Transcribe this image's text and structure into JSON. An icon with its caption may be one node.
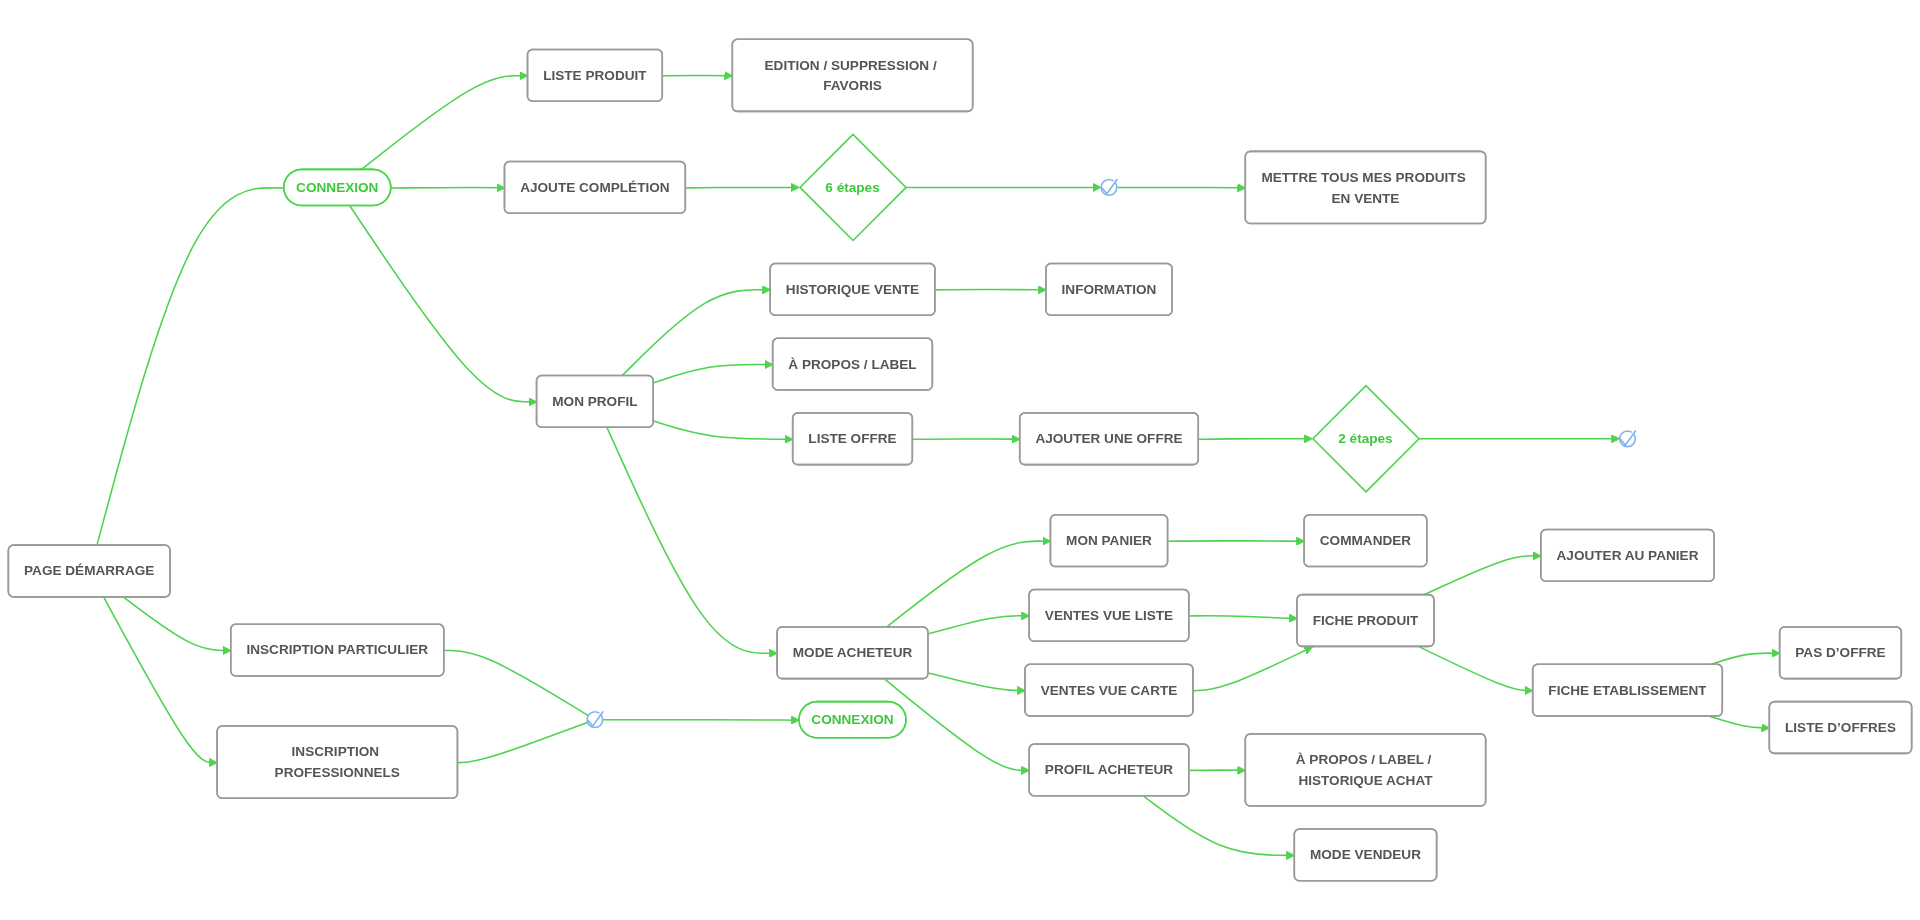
{
  "diagram": {
    "nodes": [
      {
        "text": [
          "PAGE DÉMARRAGE"
        ]
      },
      {
        "text": [
          "CONNEXION"
        ]
      },
      {
        "text": [
          "LISTE PRODUIT"
        ]
      },
      {
        "text": [
          "EDITION / SUPPRESSION / FAVORIS"
        ]
      },
      {
        "text": [
          "AJOUTE COMPLÉTION"
        ]
      },
      {
        "text": [
          "6 étapes"
        ]
      },
      {
        "text": [],
        "shape": "circle"
      },
      {
        "text": [
          "METTRE TOUS MES PRODUITS EN VENTE"
        ]
      },
      {
        "text": [
          "MON PROFIL"
        ]
      },
      {
        "text": [
          "HISTORIQUE VENTE"
        ]
      },
      {
        "text": [
          "INFORMATION"
        ]
      },
      {
        "text": [
          "À PROPOS / LABEL"
        ]
      },
      {
        "text": [
          "LISTE OFFRE"
        ]
      },
      {
        "text": [
          "AJOUTER UNE OFFRE"
        ]
      },
      {
        "text": [
          "2 étapes"
        ]
      },
      {
        "text": [],
        "shape": "circle"
      },
      {
        "text": [
          "MODE ACHETEUR"
        ]
      },
      {
        "text": [
          "MON PANIER"
        ]
      },
      {
        "text": [
          "COMMANDER"
        ]
      },
      {
        "text": [
          "AJOUTER AU PANIER"
        ]
      },
      {
        "text": [
          "PAS D’OFFRE"
        ]
      },
      {
        "text": [
          "VENTES VUE LISTE"
        ]
      },
      {
        "text": [
          "FICHE PRODUIT"
        ]
      },
      {
        "text": [
          "FICHE ETABLISSEMENT"
        ]
      },
      {
        "text": [
          "LISTE D’OFFRES"
        ]
      },
      {
        "text": [
          "INSCRIPTION PARTICULIER"
        ]
      },
      {
        "text": [
          "VENTES VUE CARTE"
        ]
      },
      {
        "text": [
          "À PROPOS / LABEL / HISTORIQUE ACHAT"
        ]
      },
      {
        "text": [
          "INSCRIPTION PROFESSIONNELS"
        ]
      },
      {
        "text": [],
        "shape": "circle"
      },
      {
        "text": [
          "CONNEXION"
        ]
      },
      {
        "text": [
          "PROFIL ACHETEUR"
        ]
      },
      {
        "text": [
          "MODE VENDEUR"
        ]
      }
    ],
    "edges": [
      {
        "from": 0,
        "to": 1,
        "arrow": "none"
      },
      {
        "from": 1,
        "to": 2,
        "arrow": "to"
      },
      {
        "from": 1,
        "to": 4,
        "arrow": "to"
      },
      {
        "from": 1,
        "to": 8,
        "arrow": "to"
      },
      {
        "from": 0,
        "to": 25,
        "arrow": "to"
      },
      {
        "from": 0,
        "to": 28,
        "arrow": "to"
      },
      {
        "from": 2,
        "to": 3,
        "arrow": "to"
      },
      {
        "from": 4,
        "to": 5,
        "arrow": "to"
      },
      {
        "from": 5,
        "to": 6,
        "arrow": "to"
      },
      {
        "from": 6,
        "to": 7,
        "arrow": "to"
      },
      {
        "from": 8,
        "to": 9,
        "arrow": "to"
      },
      {
        "from": 8,
        "to": 11,
        "arrow": "to"
      },
      {
        "from": 8,
        "to": 12,
        "arrow": "to"
      },
      {
        "from": 8,
        "to": 16,
        "arrow": "to"
      },
      {
        "from": 9,
        "to": 10,
        "arrow": "to"
      },
      {
        "from": 12,
        "to": 13,
        "arrow": "to"
      },
      {
        "from": 13,
        "to": 14,
        "arrow": "to"
      },
      {
        "from": 14,
        "to": 15,
        "arrow": "to"
      },
      {
        "from": 16,
        "to": 17,
        "arrow": "to"
      },
      {
        "from": 16,
        "to": 21,
        "arrow": "to"
      },
      {
        "from": 16,
        "to": 26,
        "arrow": "to"
      },
      {
        "from": 16,
        "to": 31,
        "arrow": "to"
      },
      {
        "from": 17,
        "to": 18,
        "arrow": "to"
      },
      {
        "from": 21,
        "to": 22,
        "arrow": "to"
      },
      {
        "from": 26,
        "to": 22,
        "arrow": "to"
      },
      {
        "from": 22,
        "to": 19,
        "arrow": "to"
      },
      {
        "from": 22,
        "to": 23,
        "arrow": "to"
      },
      {
        "from": 23,
        "to": 20,
        "arrow": "to"
      },
      {
        "from": 23,
        "to": 24,
        "arrow": "to"
      },
      {
        "from": 31,
        "to": 27,
        "arrow": "to"
      },
      {
        "from": 31,
        "to": 32,
        "arrow": "to"
      },
      {
        "from": 25,
        "to": 29,
        "arrow": "none"
      },
      {
        "from": 28,
        "to": 29,
        "arrow": "none"
      },
      {
        "from": 29,
        "to": 30,
        "arrow": "to"
      }
    ]
  }
}
